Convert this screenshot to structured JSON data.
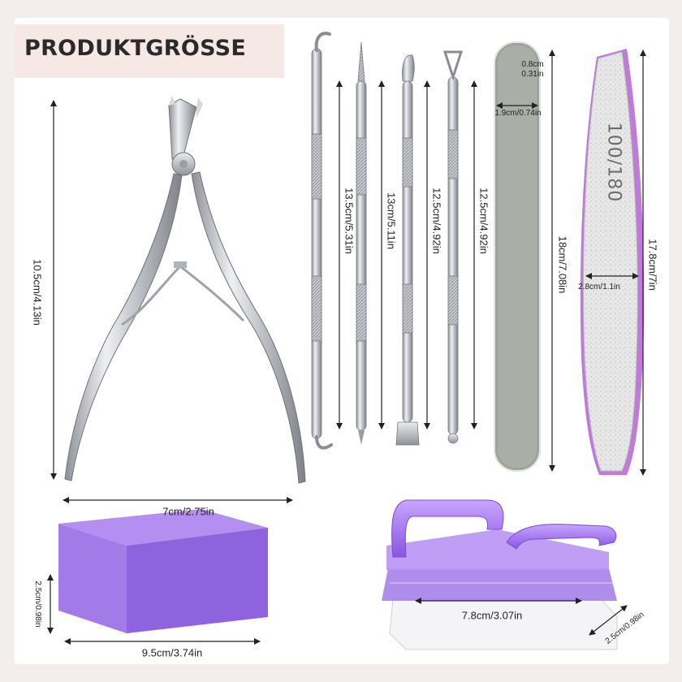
{
  "header": {
    "title": "PRODUKTGRÖSSE"
  },
  "colors": {
    "accent_purple": "#9b6be0",
    "sponge_purple": "#9f78e6",
    "steel": "#c9cbd0",
    "file_gray": "#9ea49c",
    "badge_bg": "#f6e9e5"
  },
  "items": {
    "nipper": {
      "height_label": "10.5cm/4.13in",
      "width_label": "7cm/2.75in"
    },
    "pusher_1": {
      "length_label": "13.5cm/5.31in"
    },
    "pusher_2": {
      "length_label": "13cm/5.11in"
    },
    "pusher_3": {
      "length_label": "12.5cm/4.92in"
    },
    "pusher_4": {
      "length_label": "12.5cm/4.92in"
    },
    "buffer_file": {
      "thickness_label": "0.8cm",
      "thickness_label_in": "0.31in",
      "width_label": "1.9cm/0.74in",
      "length_label": "18cm/7.08in"
    },
    "emery_board": {
      "grit_text": "100/180",
      "width_label": "2.8cm/1.1in",
      "length_label": "17.8cm/7in"
    },
    "sponge_block": {
      "height_label": "2.5cm/0.98in",
      "width_label": "9.5cm/3.74in"
    },
    "nail_brush": {
      "width_label": "7.8cm/3.07in",
      "depth_label": "2.5cm/0.98in"
    }
  }
}
